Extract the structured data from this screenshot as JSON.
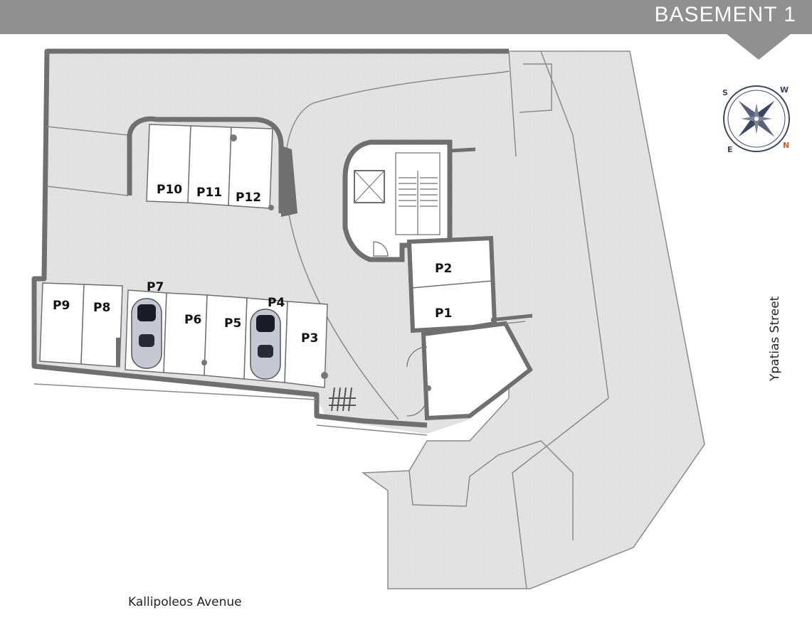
{
  "header": {
    "title": "BASEMENT 1"
  },
  "colors": {
    "header_bg": "#909090",
    "wall": "#6f6f6f",
    "concrete": "#e2e2e2",
    "compass_north": "#e0572a",
    "compass_label": "#3d4660"
  },
  "parking": {
    "P1": "P1",
    "P2": "P2",
    "P3": "P3",
    "P4": "P4",
    "P5": "P5",
    "P6": "P6",
    "P7": "P7",
    "P8": "P8",
    "P9": "P9",
    "P10": "P10",
    "P11": "P11",
    "P12": "P12"
  },
  "streets": {
    "side": "Ypatias Street",
    "front": "Kallipoleos Avenue"
  },
  "compass": {
    "s": "S",
    "w": "W",
    "e": "E",
    "n": "N"
  },
  "icons": {
    "car": "sports-car-icon",
    "compass": "compass-rose-icon",
    "bikes": "bicycle-rack-icon",
    "elevator": "elevator-icon",
    "stairs": "staircase-icon"
  }
}
